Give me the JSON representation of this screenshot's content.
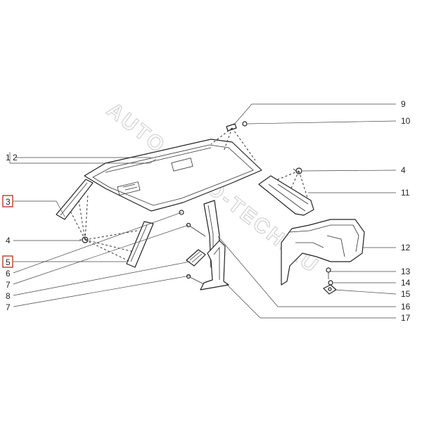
{
  "watermark": "AUTO-AUTO-TECH.RU",
  "callouts": {
    "c1_2": "1 2",
    "c3": "3",
    "c4_left": "4",
    "c5": "5",
    "c6": "6",
    "c7_a": "7",
    "c8": "8",
    "c7_b": "7",
    "c9": "9",
    "c10": "10",
    "c4_right": "4",
    "c11": "11",
    "c12": "12",
    "c13": "13",
    "c14": "14",
    "c15": "15",
    "c16": "16",
    "c17": "17"
  },
  "highlighted": [
    "3",
    "5"
  ],
  "colors": {
    "line": "#222222",
    "highlight": "#c0392b",
    "watermark": "#d2d2d2"
  }
}
